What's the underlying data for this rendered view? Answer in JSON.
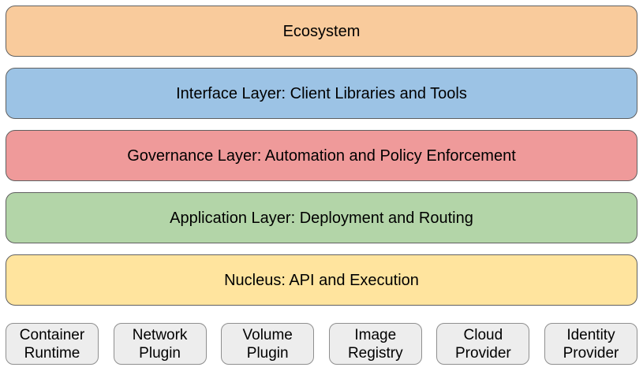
{
  "diagram": {
    "layers": [
      {
        "label": "Ecosystem",
        "fill": "#f9cb9c"
      },
      {
        "label": "Interface Layer: Client Libraries and Tools",
        "fill": "#9cc3e5"
      },
      {
        "label": "Governance Layer: Automation and Policy Enforcement",
        "fill": "#ef9a9a"
      },
      {
        "label": "Application Layer: Deployment and Routing",
        "fill": "#b3d5a8"
      },
      {
        "label": "Nucleus: API and Execution",
        "fill": "#ffe49e"
      }
    ],
    "providers": [
      {
        "label": "Container Runtime"
      },
      {
        "label": "Network Plugin"
      },
      {
        "label": "Volume Plugin"
      },
      {
        "label": "Image Registry"
      },
      {
        "label": "Cloud Provider"
      },
      {
        "label": "Identity Provider"
      }
    ],
    "provider_fill": "#ededed"
  }
}
